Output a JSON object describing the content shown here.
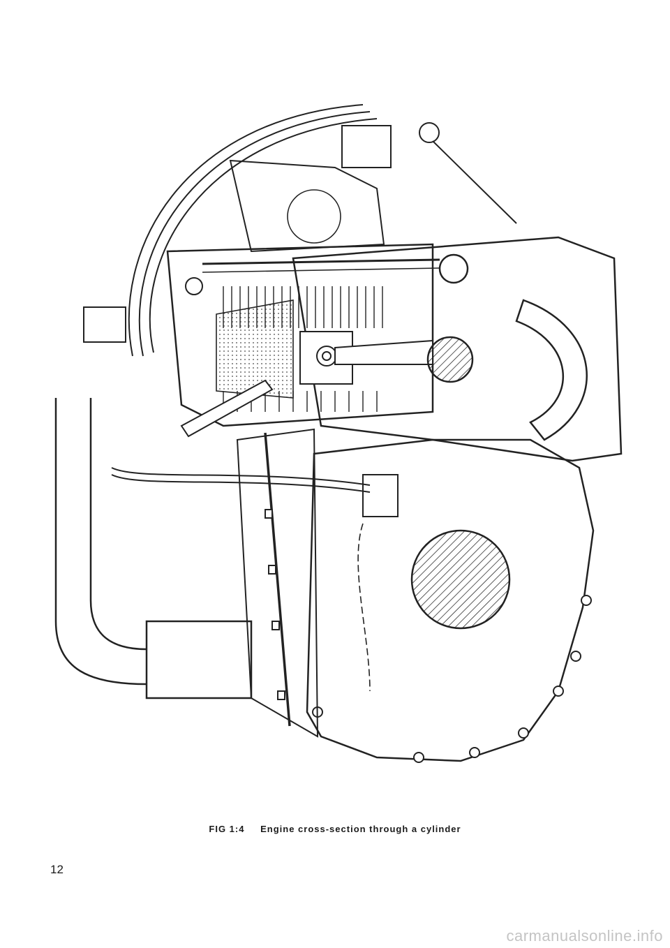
{
  "figure": {
    "number": "FIG  1:4",
    "title": "Engine cross-section through a cylinder",
    "illustration": "engine-cross-section-drawing"
  },
  "page": {
    "number": "12"
  },
  "watermark": {
    "text": "carmanualsonline.info"
  }
}
